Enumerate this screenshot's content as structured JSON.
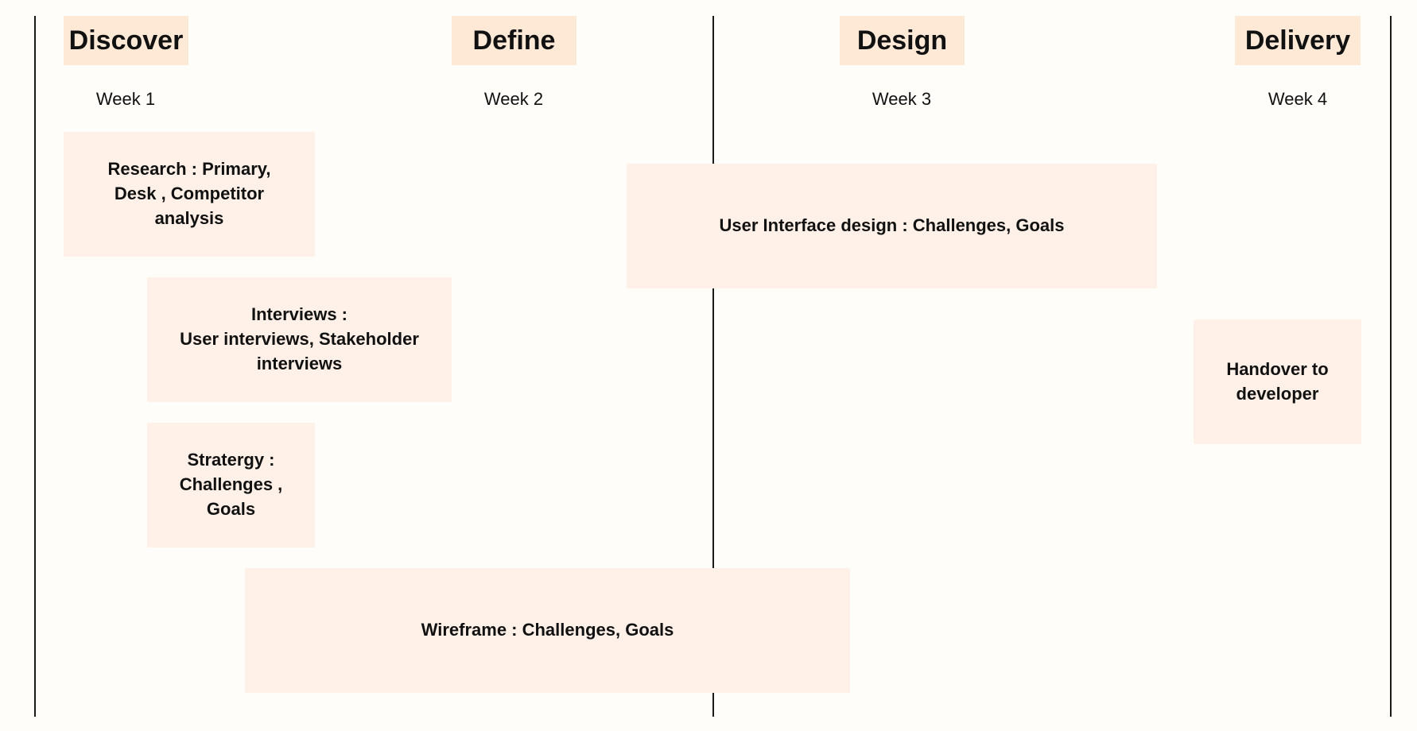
{
  "phases": [
    {
      "label": "Discover"
    },
    {
      "label": "Define"
    },
    {
      "label": "Design"
    },
    {
      "label": "Delivery"
    }
  ],
  "weeks": [
    {
      "label": "Week 1"
    },
    {
      "label": "Week 2"
    },
    {
      "label": "Week 3"
    },
    {
      "label": "Week 4"
    }
  ],
  "cards": {
    "research": "Research : Primary,\nDesk , Competitor\nanalysis",
    "interviews": "Interviews :\nUser interviews, Stakeholder\ninterviews",
    "strategy": "Stratergy :\nChallenges ,\nGoals",
    "ui_design": "User Interface design : Challenges, Goals",
    "handover": "Handover to\ndeveloper",
    "wireframe": "Wireframe : Challenges, Goals"
  },
  "colors": {
    "background": "#fffdfa",
    "phase_fill": "#fde9d6",
    "card_fill": "#fff1e8",
    "line": "#1a1a1a"
  }
}
